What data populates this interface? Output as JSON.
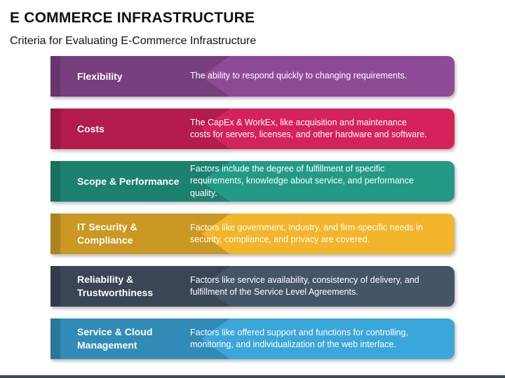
{
  "header": {
    "title": "E COMMERCE INFRASTRUCTURE",
    "subtitle": "Criteria for Evaluating E-Commerce Infrastructure"
  },
  "criteria": [
    {
      "label": "Flexibility",
      "description": "The ability to respond quickly to changing requirements.",
      "color": "#8e4a97"
    },
    {
      "label": "Costs",
      "description": "The CapEx & WorkEx, like acquisition and maintenance costs for servers, licenses, and other hardware and software.",
      "color": "#d6225a"
    },
    {
      "label": "Scope & Performance",
      "description": "Factors include the degree of fulfillment of specific requirements, knowledge about service, and performance quality.",
      "color": "#239a86"
    },
    {
      "label": "IT Security & Compliance",
      "description": "Factors like government, industry, and firm-specific needs in security, compliance, and privacy are covered.",
      "color": "#f2b52c"
    },
    {
      "label": "Reliability & Trustworthiness",
      "description": "Factors like service availability, consistency of delivery, and fulfillment of the Service Level Agreements.",
      "color": "#465467"
    },
    {
      "label": "Service & Cloud Management",
      "description": "Factors like offered support and functions for controlling, monitoring, and individualization of the web interface.",
      "color": "#3ba6d9"
    }
  ]
}
